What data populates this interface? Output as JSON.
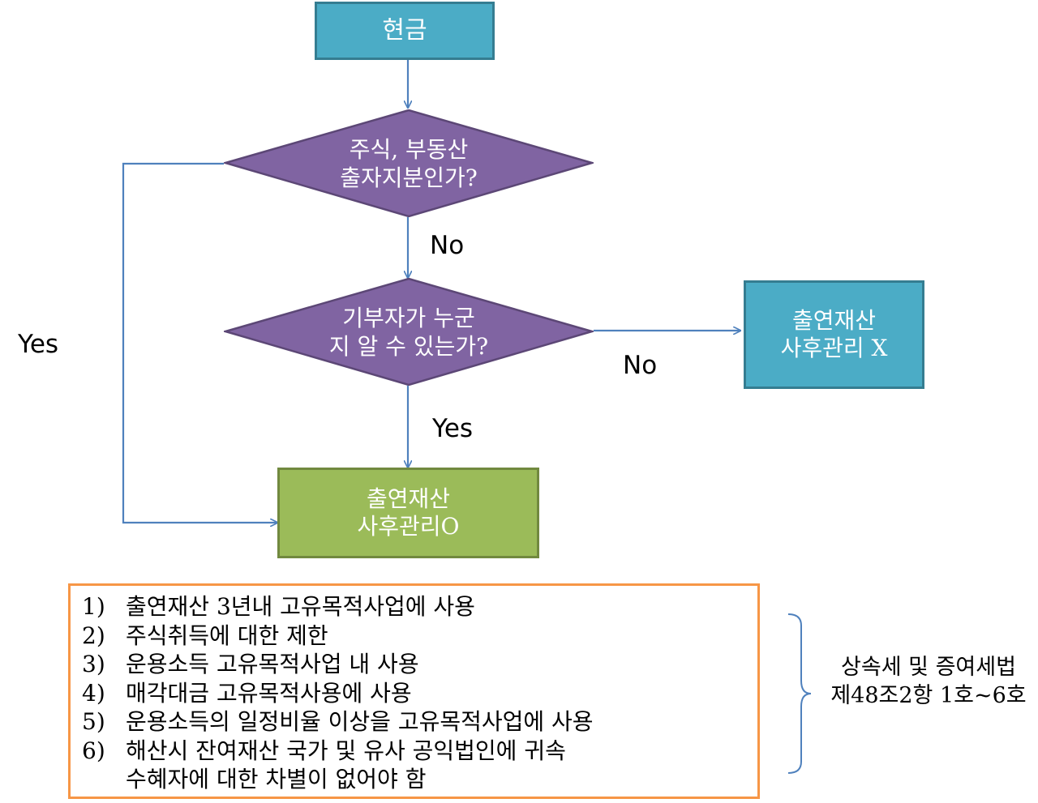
{
  "nodes": {
    "start": "현금",
    "decision1": {
      "line1": "주식, 부동산",
      "line2": "출자지분인가?"
    },
    "decision2": {
      "line1": "기부자가 누군",
      "line2": "지 알 수 있는가?"
    },
    "result_no": {
      "line1": "출연재산",
      "line2": "사후관리 X"
    },
    "result_yes": {
      "line1": "출연재산",
      "line2": "사후관리O"
    }
  },
  "edge_labels": {
    "d1_no": "No",
    "d1_yes": "Yes",
    "d2_no": "No",
    "d2_yes": "Yes"
  },
  "rules": [
    {
      "num": "1)",
      "text": "출연재산 3년내 고유목적사업에 사용"
    },
    {
      "num": "2)",
      "text": "주식취득에 대한 제한"
    },
    {
      "num": "3)",
      "text": "운용소득 고유목적사업 내 사용"
    },
    {
      "num": "4)",
      "text": "매각대금 고유목적사용에 사용"
    },
    {
      "num": "5)",
      "text": "운용소득의 일정비율 이상을 고유목적사업에 사용"
    },
    {
      "num": "6)",
      "text": "해산시 잔여재산 국가 및 유사 공익법인에 귀속"
    },
    {
      "num": "",
      "text": "수혜자에 대한 차별이 없어야 함"
    }
  ],
  "law_reference": {
    "line1": "상속세 및 증여세법",
    "line2": "제48조2항 1호~6호"
  },
  "colors": {
    "teal_box": "#4bacc6",
    "diamond": "#8064a2",
    "green_box": "#9bbb59",
    "connector": "#4f81bd",
    "rules_border": "#f79646"
  }
}
